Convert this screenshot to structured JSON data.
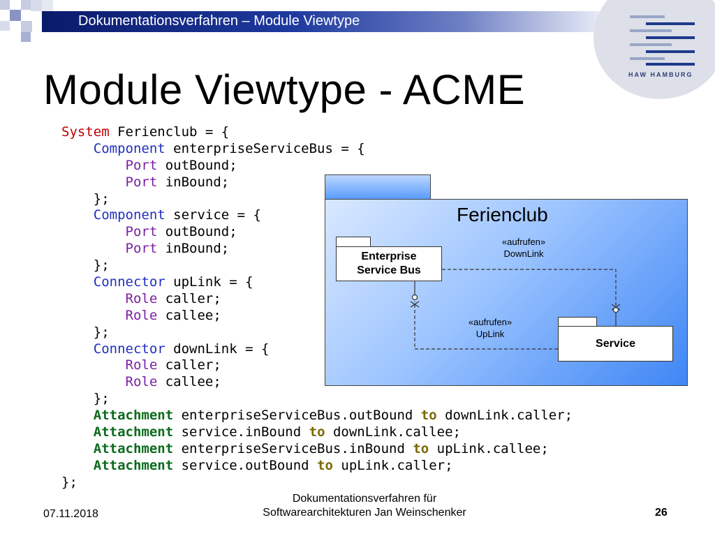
{
  "header": {
    "text": "Dokumentationsverfahren – Module Viewtype"
  },
  "logo": {
    "text": "HAW HAMBURG"
  },
  "title": "Module Viewtype - ACME",
  "code_lines": [
    [
      {
        "t": "System",
        "c": "kw-red"
      },
      {
        "t": " Ferienclub = {",
        "c": ""
      }
    ],
    [
      {
        "t": "    ",
        "c": ""
      },
      {
        "t": "Component",
        "c": "kw-blue"
      },
      {
        "t": " enterpriseServiceBus = {",
        "c": ""
      }
    ],
    [
      {
        "t": "        ",
        "c": ""
      },
      {
        "t": "Port",
        "c": "kw-purple"
      },
      {
        "t": " outBound;",
        "c": ""
      }
    ],
    [
      {
        "t": "        ",
        "c": ""
      },
      {
        "t": "Port",
        "c": "kw-purple"
      },
      {
        "t": " inBound;",
        "c": ""
      }
    ],
    [
      {
        "t": "    };",
        "c": ""
      }
    ],
    [
      {
        "t": "    ",
        "c": ""
      },
      {
        "t": "Component",
        "c": "kw-blue"
      },
      {
        "t": " service = {",
        "c": ""
      }
    ],
    [
      {
        "t": "        ",
        "c": ""
      },
      {
        "t": "Port",
        "c": "kw-purple"
      },
      {
        "t": " outBound;",
        "c": ""
      }
    ],
    [
      {
        "t": "        ",
        "c": ""
      },
      {
        "t": "Port",
        "c": "kw-purple"
      },
      {
        "t": " inBound;",
        "c": ""
      }
    ],
    [
      {
        "t": "    };",
        "c": ""
      }
    ],
    [
      {
        "t": "    ",
        "c": ""
      },
      {
        "t": "Connector",
        "c": "kw-blue"
      },
      {
        "t": " upLink = {",
        "c": ""
      }
    ],
    [
      {
        "t": "        ",
        "c": ""
      },
      {
        "t": "Role",
        "c": "kw-purple"
      },
      {
        "t": " caller;",
        "c": ""
      }
    ],
    [
      {
        "t": "        ",
        "c": ""
      },
      {
        "t": "Role",
        "c": "kw-purple"
      },
      {
        "t": " callee;",
        "c": ""
      }
    ],
    [
      {
        "t": "    };",
        "c": ""
      }
    ],
    [
      {
        "t": "    ",
        "c": ""
      },
      {
        "t": "Connector",
        "c": "kw-blue"
      },
      {
        "t": " downLink = {",
        "c": ""
      }
    ],
    [
      {
        "t": "        ",
        "c": ""
      },
      {
        "t": "Role",
        "c": "kw-purple"
      },
      {
        "t": " caller;",
        "c": ""
      }
    ],
    [
      {
        "t": "        ",
        "c": ""
      },
      {
        "t": "Role",
        "c": "kw-purple"
      },
      {
        "t": " callee;",
        "c": ""
      }
    ],
    [
      {
        "t": "    };",
        "c": ""
      }
    ],
    [
      {
        "t": "    ",
        "c": ""
      },
      {
        "t": "Attachment",
        "c": "kw-green"
      },
      {
        "t": " enterpriseServiceBus.outBound ",
        "c": ""
      },
      {
        "t": "to",
        "c": "kw-olive"
      },
      {
        "t": " downLink.caller;",
        "c": ""
      }
    ],
    [
      {
        "t": "    ",
        "c": ""
      },
      {
        "t": "Attachment",
        "c": "kw-green"
      },
      {
        "t": " service.inBound ",
        "c": ""
      },
      {
        "t": "to",
        "c": "kw-olive"
      },
      {
        "t": " downLink.callee;",
        "c": ""
      }
    ],
    [
      {
        "t": "    ",
        "c": ""
      },
      {
        "t": "Attachment",
        "c": "kw-green"
      },
      {
        "t": " enterpriseServiceBus.inBound ",
        "c": ""
      },
      {
        "t": "to",
        "c": "kw-olive"
      },
      {
        "t": " upLink.callee;",
        "c": ""
      }
    ],
    [
      {
        "t": "    ",
        "c": ""
      },
      {
        "t": "Attachment",
        "c": "kw-green"
      },
      {
        "t": " service.outBound ",
        "c": ""
      },
      {
        "t": "to",
        "c": "kw-olive"
      },
      {
        "t": " upLink.caller;",
        "c": ""
      }
    ],
    [
      {
        "t": "};",
        "c": ""
      }
    ]
  ],
  "diagram": {
    "package_name": "Ferienclub",
    "component_esb": "Enterprise Service Bus",
    "component_service": "Service",
    "downlink_stereotype": "«aufrufen»",
    "downlink_name": "DownLink",
    "uplink_stereotype": "«aufrufen»",
    "uplink_name": "UpLink"
  },
  "footer": {
    "date": "07.11.2018",
    "center_line1": "Dokumentationsverfahren für",
    "center_line2": "Softwarearchitekturen Jan Weinschenker",
    "page": "26"
  },
  "colors": {
    "header_dark": "#0a1a6a",
    "keyword_red": "#c00000",
    "keyword_blue": "#1f2fbf",
    "keyword_purple": "#7a1fa2",
    "keyword_green": "#0b6b1c",
    "package_blue": "#3f86f5"
  }
}
